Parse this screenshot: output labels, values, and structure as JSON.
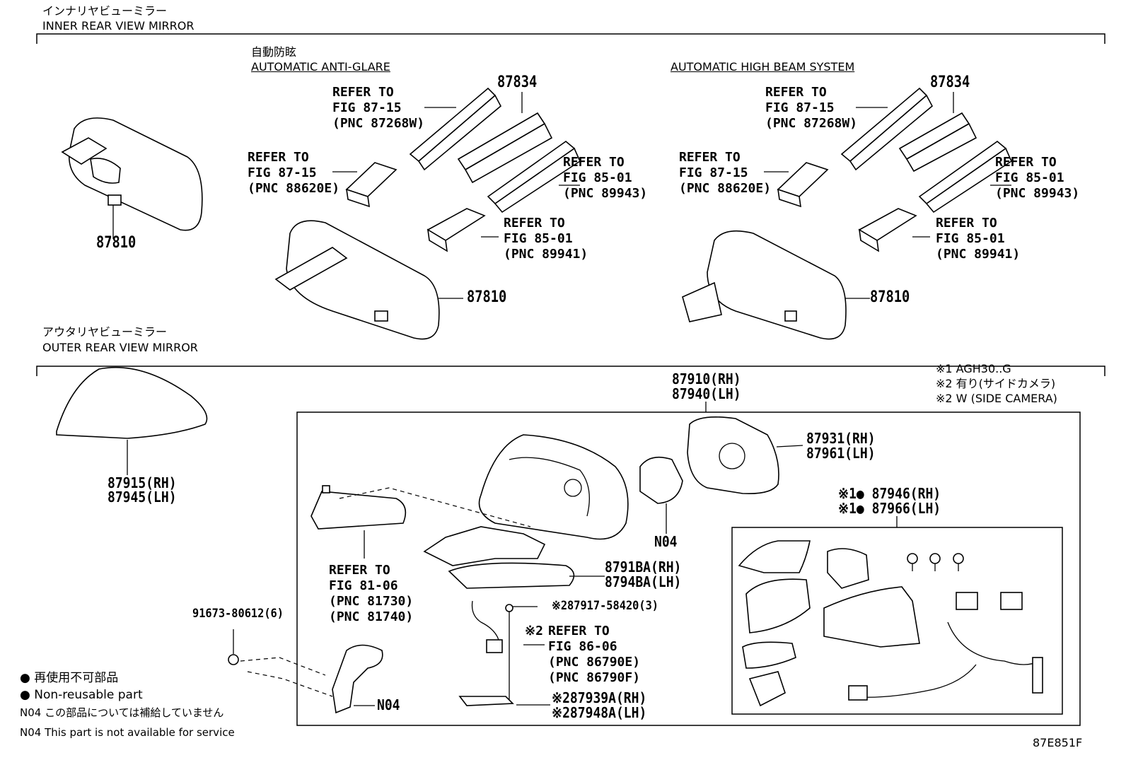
{
  "sections": {
    "inner": {
      "title_jp": "インナリヤビューミラー",
      "title_en": "INNER REAR VIEW MIRROR"
    },
    "outer": {
      "title_jp": "アウタリヤビューミラー",
      "title_en": "OUTER REAR VIEW MIRROR"
    }
  },
  "subsections": {
    "anti_glare": {
      "title_jp": "自動防眩",
      "title_en": "AUTOMATIC ANTI-GLARE"
    },
    "high_beam": {
      "title_en": "AUTOMATIC HIGH BEAM SYSTEM"
    }
  },
  "inner_parts": {
    "mirror_basic": "87810",
    "ag_cover": "87834",
    "ag_mirror": "87810",
    "hb_cover": "87834",
    "hb_mirror": "87810"
  },
  "refs": {
    "ag_87268": "REFER TO\nFIG 87-15\n(PNC 87268W)",
    "ag_88620": "REFER TO\nFIG 87-15\n(PNC 88620E)",
    "ag_89943": "REFER TO\nFIG 85-01\n(PNC 89943)",
    "ag_89941": "REFER TO\nFIG 85-01\n(PNC 89941)",
    "hb_87268": "REFER TO\nFIG 87-15\n(PNC 87268W)",
    "hb_88620": "REFER TO\nFIG 87-15\n(PNC 88620E)",
    "hb_89943": "REFER TO\nFIG 85-01\n(PNC 89943)",
    "hb_89941": "REFER TO\nFIG 85-01\n(PNC 89941)",
    "out_81730": "REFER TO\nFIG 81-06\n(PNC 81730)\n(PNC 81740)",
    "out_86790_mark": "※2",
    "out_86790": "REFER TO\nFIG 86-06\n(PNC 86790E)\n(PNC 86790F)"
  },
  "outer_parts": {
    "cover_rh": "87915(RH)",
    "cover_lh": "87945(LH)",
    "assy_rh": "87910(RH)",
    "assy_lh": "87940(LH)",
    "glass_rh": "87931(RH)",
    "glass_lh": "87961(LH)",
    "visor_rh": "8791BA(RH)",
    "visor_lh": "8794BA(LH)",
    "motor": "N04",
    "bracket": "N04",
    "screw_mark": "※2",
    "screw": "87917-58420(3)",
    "bolt": "91673-80612(6)",
    "cam_rh_mark": "※2",
    "cam_rh": "87939A(RH)",
    "cam_lh_mark": "※2",
    "cam_lh": "87948A(LH)",
    "kit_rh_mark": "※1●",
    "kit_rh": "87946(RH)",
    "kit_lh_mark": "※1●",
    "kit_lh": "87966(LH)"
  },
  "notes": {
    "n1": "※1 AGH30..G",
    "n2": "※2 有り(サイドカメラ)",
    "n3": "※2 W (SIDE CAMERA)"
  },
  "legend": {
    "nonreuse_jp": "● 再使用不可部品",
    "nonreuse_en": "● Non-reusable part",
    "n04_jp": "N04 この部品については補給していません",
    "n04_en": "N04 This part is not available for service"
  },
  "figure_code": "87E851F"
}
